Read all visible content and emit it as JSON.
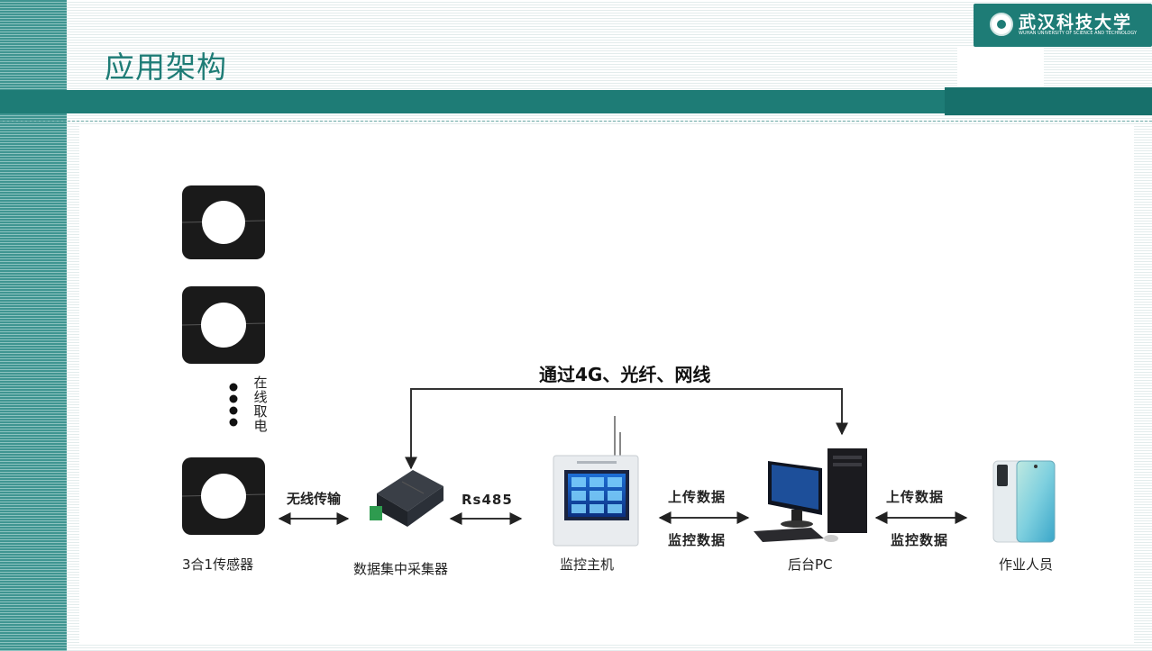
{
  "slide": {
    "title": "应用架构",
    "logo": {
      "cn": "武汉科技大学",
      "en": "WUHAN UNIVERSITY OF SCIENCE AND TECHNOLOGY"
    }
  },
  "diagram": {
    "top_link_label": "通过4G、光纤、网线",
    "vertical_label": "在线取电",
    "nodes": {
      "sensor": "3合1传感器",
      "collector": "数据集中采集器",
      "host": "监控主机",
      "pc": "后台PC",
      "staff": "作业人员"
    },
    "edges": {
      "sensor_collector": "无线传输",
      "collector_host": "Rs485",
      "host_pc_top": "上传数据",
      "host_pc_bottom": "监控数据",
      "pc_staff_top": "上传数据",
      "pc_staff_bottom": "监控数据"
    },
    "colors": {
      "accent": "#1e7c76",
      "sensor": "#1a1a1a"
    }
  }
}
